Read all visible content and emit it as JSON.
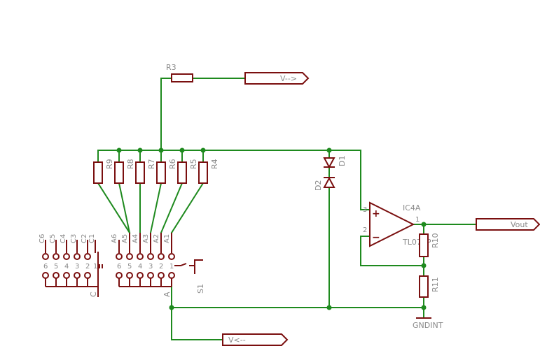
{
  "resistors": {
    "r3": "R3",
    "r9": "R9",
    "r8": "R8",
    "r7": "R7",
    "r6": "R6",
    "r5": "R5",
    "r4": "R4",
    "r10": "R10",
    "r11": "R11"
  },
  "diodes": {
    "d1": "D1",
    "d2": "D2"
  },
  "opamp": {
    "name": "IC4A",
    "value": "TL074P",
    "pin_plus": "3",
    "pin_minus": "2",
    "pin_out": "1",
    "plus_sign": "+",
    "minus_sign": "−"
  },
  "ports": {
    "vout_top": "V-->",
    "vout": "Vout",
    "vin_bottom": "V<--"
  },
  "ground": "GNDINT",
  "connector_c": {
    "name": "C",
    "labels": [
      "C6",
      "C5",
      "C4",
      "C3",
      "C2",
      "C1"
    ],
    "pins": [
      "6",
      "5",
      "4",
      "3",
      "2",
      "1"
    ]
  },
  "connector_a": {
    "name": "A",
    "labels": [
      "A6",
      "A5",
      "A4",
      "A3",
      "A2",
      "A1"
    ],
    "pins": [
      "6",
      "5",
      "4",
      "3",
      "2",
      "1"
    ]
  },
  "switch": "S1"
}
